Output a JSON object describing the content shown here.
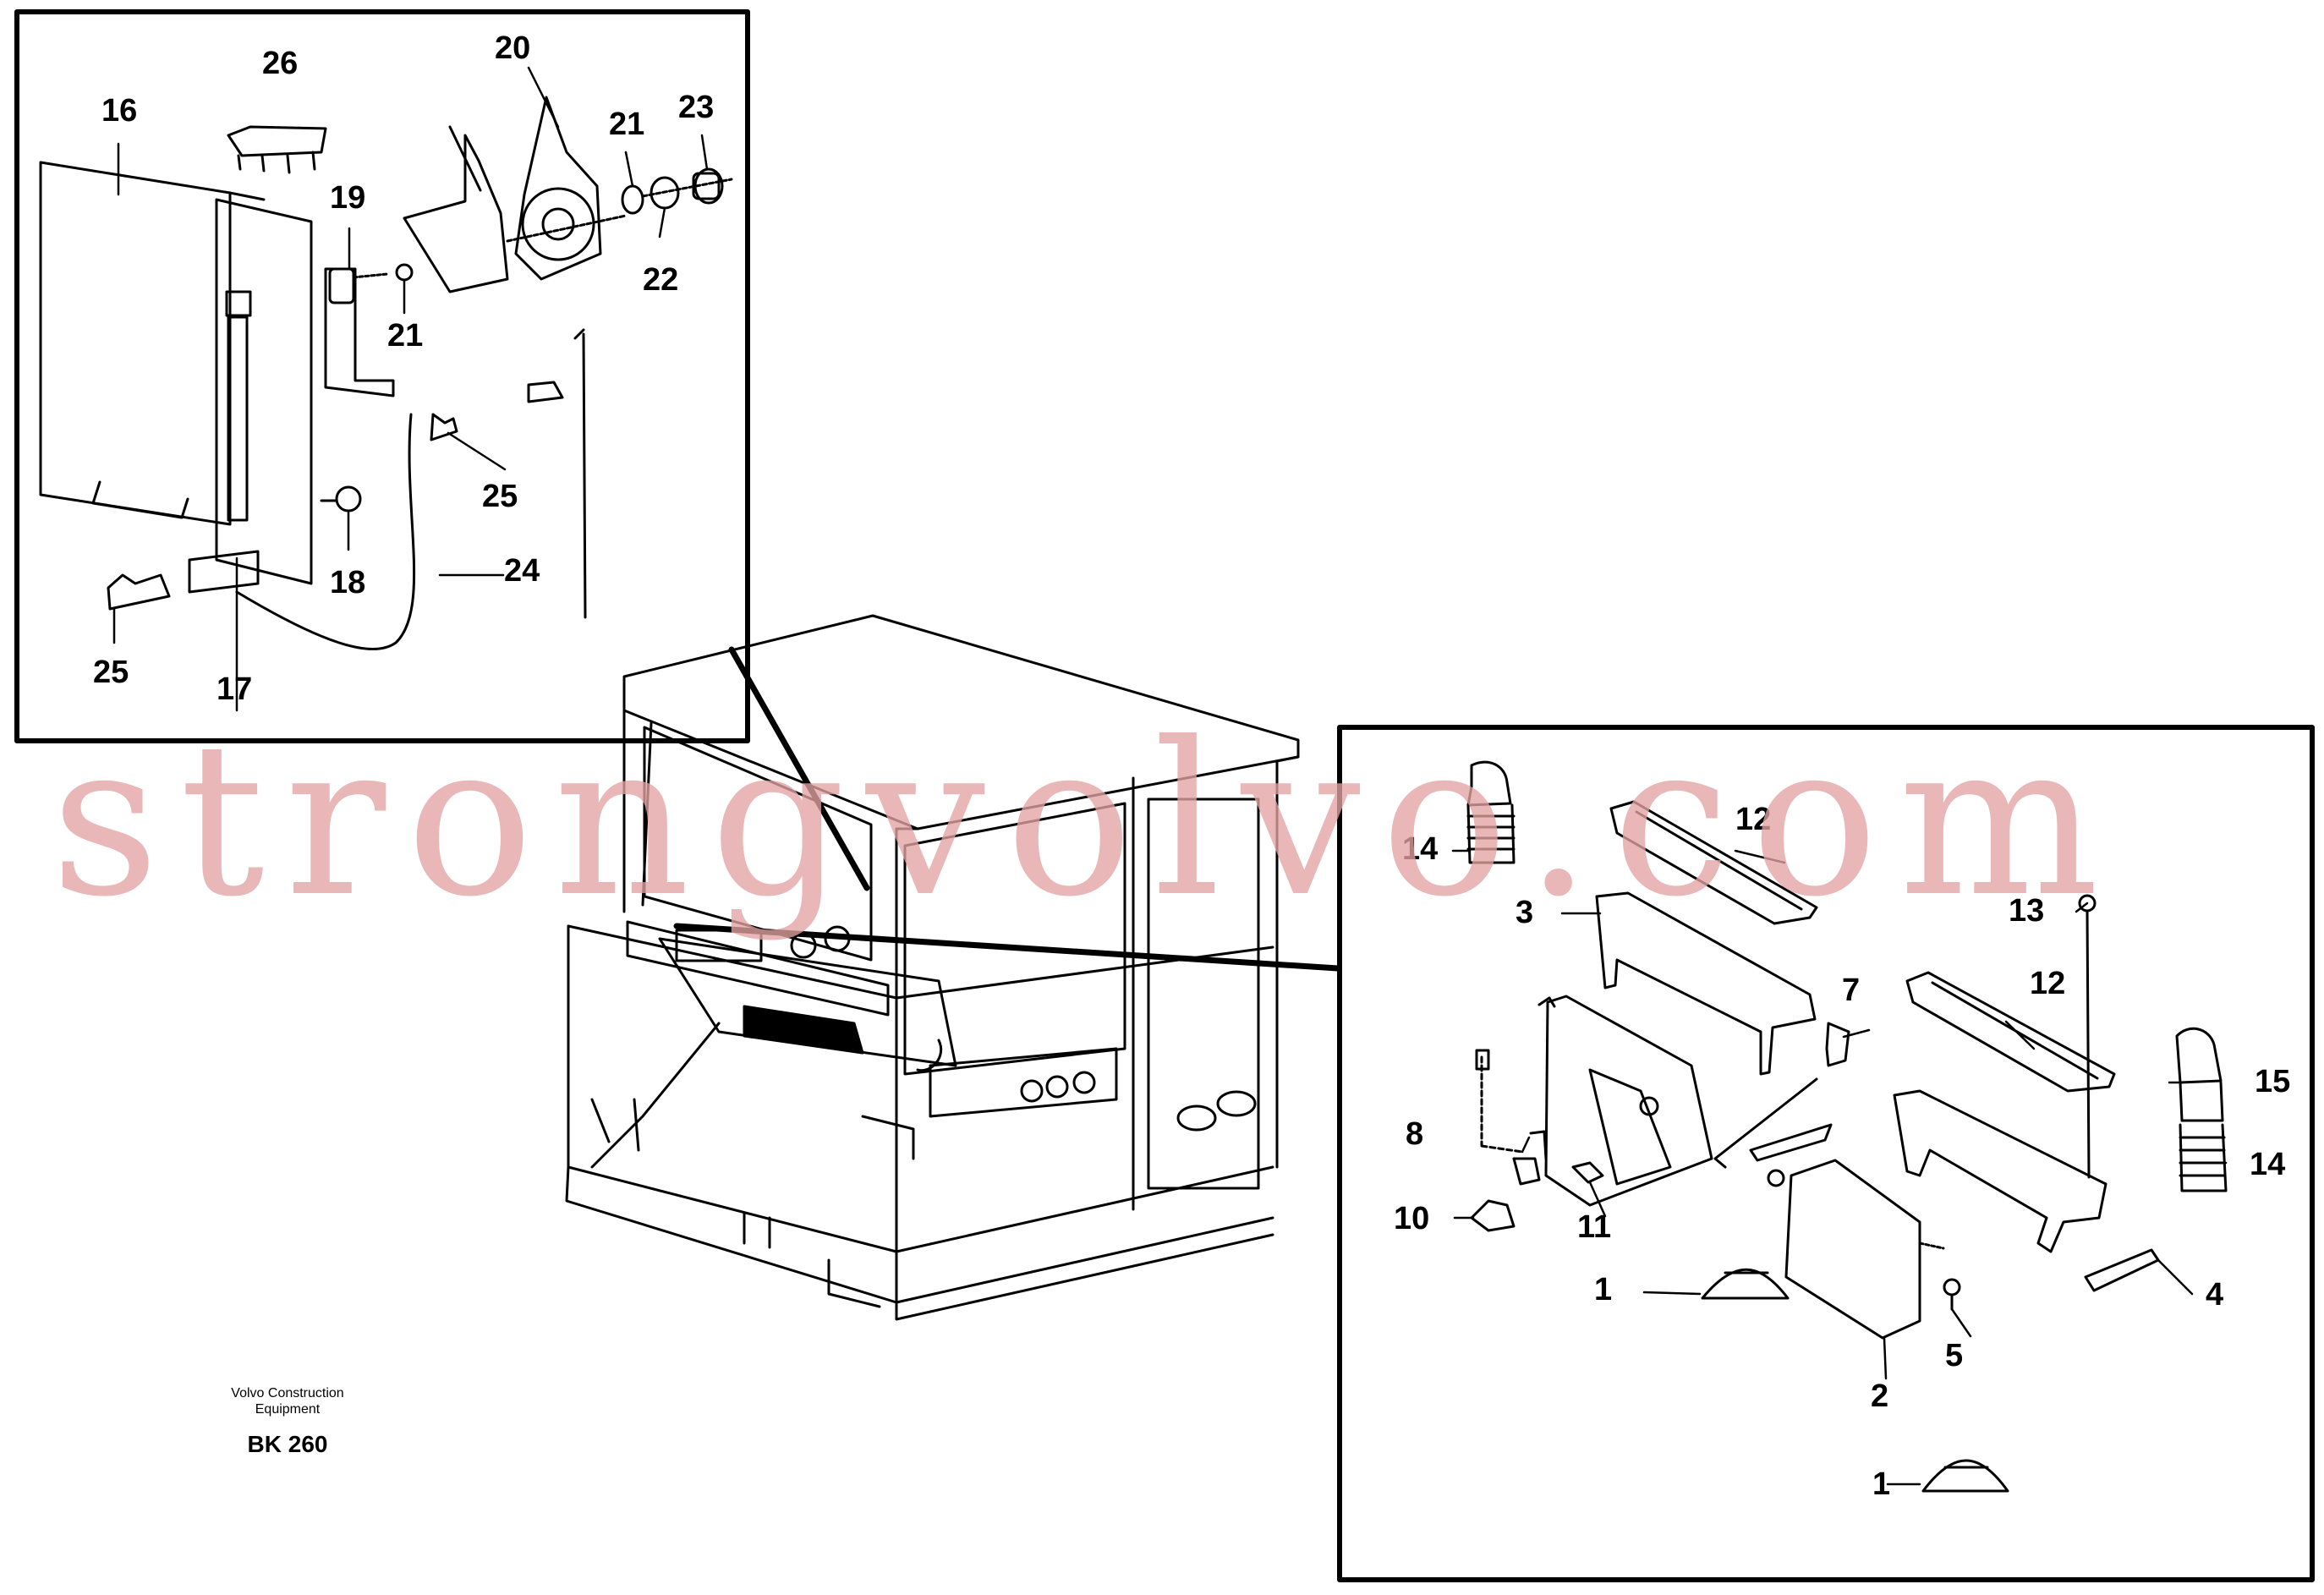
{
  "callouts": {
    "c1a": "1",
    "c1b": "1",
    "c2": "2",
    "c3": "3",
    "c4": "4",
    "c5": "5",
    "c7": "7",
    "c8": "8",
    "c10": "10",
    "c11": "11",
    "c12a": "12",
    "c12b": "12",
    "c13": "13",
    "c14a": "14",
    "c14b": "14",
    "c15": "15",
    "c16": "16",
    "c17": "17",
    "c18": "18",
    "c19": "19",
    "c20": "20",
    "c21a": "21",
    "c21b": "21",
    "c22": "22",
    "c23": "23",
    "c24": "24",
    "c25a": "25",
    "c25b": "25",
    "c26": "26"
  },
  "caption": {
    "company": "Volvo Construction Equipment",
    "code": "BK 260"
  },
  "watermark": "strongvolvo.com",
  "colors": {
    "line": "#000000",
    "watermark": "#e4a3a3",
    "background": "#ffffff"
  }
}
